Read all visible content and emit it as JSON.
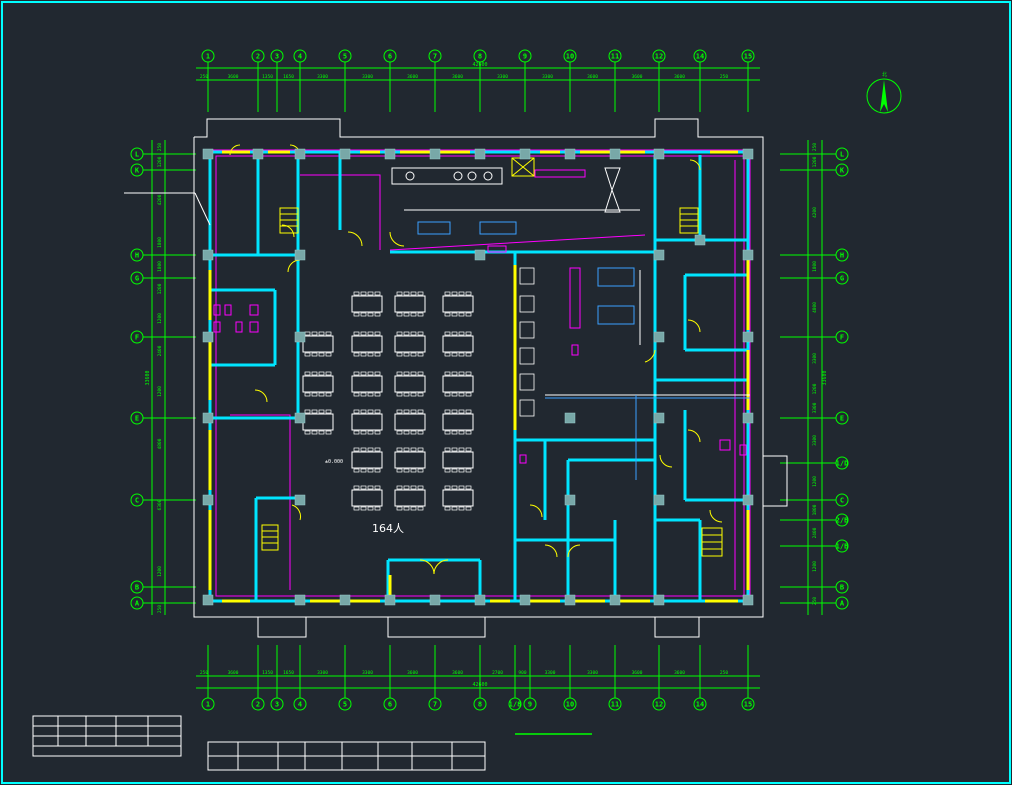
{
  "drawing": {
    "colors": {
      "background": "#212830",
      "frame": "#00ffff",
      "wall": "#00e5ff",
      "dimension": "#00ff00",
      "window": "#ffff00",
      "furniture": "#ffffff",
      "hatch": "#ff00ff",
      "column": "#78a8a8"
    },
    "grid_cols_top": [
      "1",
      "2",
      "3",
      "4",
      "5",
      "6",
      "7",
      "8",
      "9",
      "10",
      "11",
      "12",
      "14",
      "15"
    ],
    "grid_cols_bottom": [
      "1",
      "2",
      "3",
      "4",
      "5",
      "6",
      "7",
      "8",
      "1/8",
      "9",
      "10",
      "11",
      "12",
      "14",
      "15"
    ],
    "grid_rows_left": [
      "L",
      "K",
      "H",
      "G",
      "F",
      "E",
      "C",
      "B",
      "A"
    ],
    "grid_rows_right": [
      "L",
      "K",
      "H",
      "G",
      "F",
      "E",
      "1/D",
      "C",
      "2/B",
      "1/B",
      "B",
      "A"
    ],
    "dims_top": [
      "250",
      "3600",
      "1350",
      "1650",
      "3300",
      "3300",
      "3600",
      "3600",
      "3300",
      "3300",
      "3600",
      "3600",
      "3600",
      "250"
    ],
    "dims_top_total": "42600",
    "dims_bottom": [
      "250",
      "3600",
      "1350",
      "1650",
      "3300",
      "3300",
      "3600",
      "3600",
      "2700",
      "900",
      "3300",
      "3300",
      "3600",
      "3600",
      "250"
    ],
    "dims_bottom_total": "42600",
    "dims_left": [
      "250",
      "1200",
      "4200",
      "1800",
      "1800",
      "1200",
      "1200",
      "2400",
      "1200",
      "4800",
      "6300",
      "1200",
      "250"
    ],
    "dims_left_total": "33600",
    "dims_right": [
      "250",
      "1200",
      "4200",
      "1800",
      "4800",
      "3300",
      "1200",
      "3300",
      "3300",
      "1200",
      "1800",
      "2400",
      "1200",
      "250"
    ],
    "dims_right_total": "33600",
    "seat_label": "164人",
    "elevation_label": "±0.000",
    "north_label": "北"
  }
}
